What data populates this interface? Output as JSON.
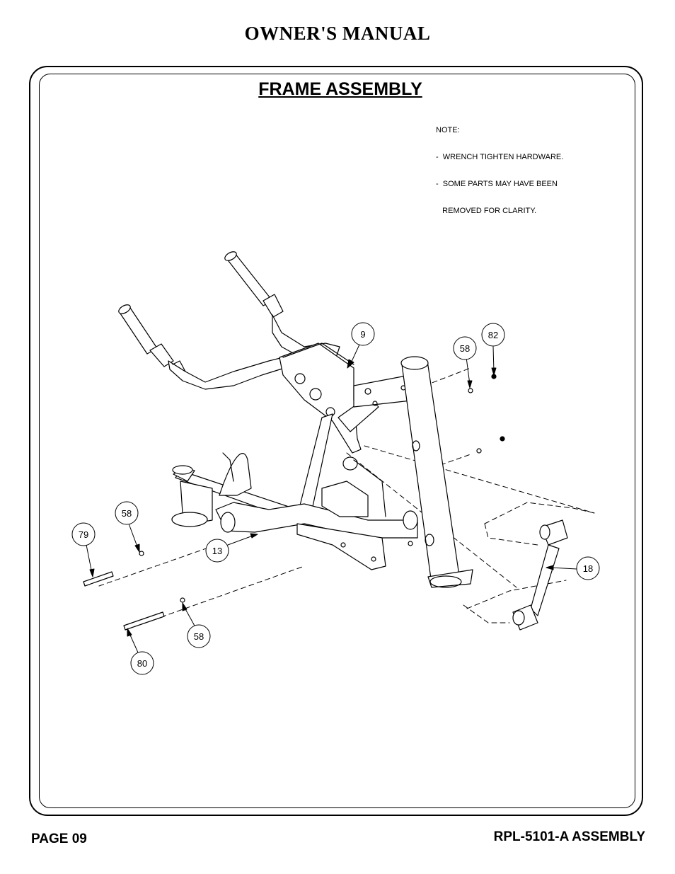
{
  "header": {
    "title": "OWNER'S MANUAL"
  },
  "section": {
    "title": "FRAME ASSEMBLY"
  },
  "note": {
    "lines": [
      "NOTE:",
      "-  WRENCH TIGHTEN HARDWARE.",
      "-  SOME PARTS MAY HAVE BEEN",
      "   REMOVED FOR CLARITY."
    ]
  },
  "callouts": {
    "c9": "9",
    "c82": "82",
    "c58_top": "58",
    "c58_left": "58",
    "c79": "79",
    "c13": "13",
    "c18": "18",
    "c58_bottom": "58",
    "c80": "80"
  },
  "footer": {
    "page": "PAGE 09",
    "doc": "RPL-5101-A ASSEMBLY"
  }
}
